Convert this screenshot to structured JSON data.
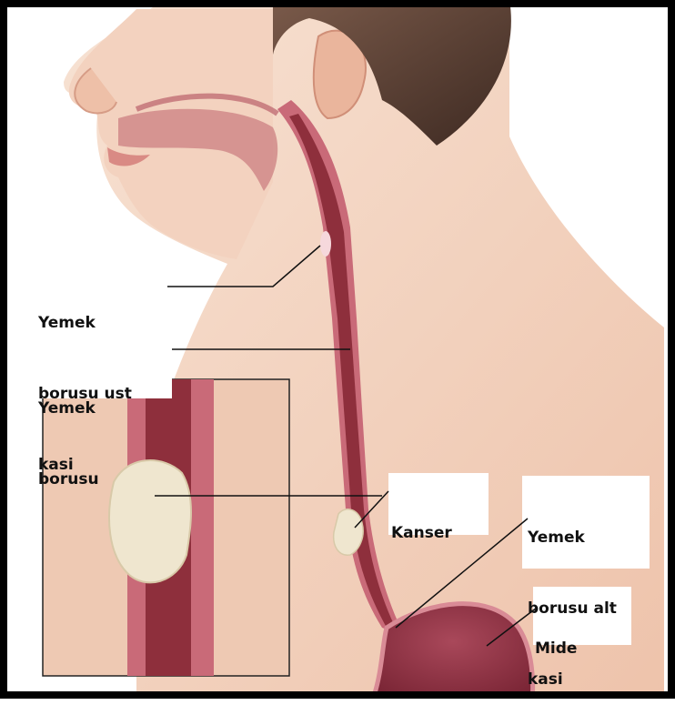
{
  "diagram": {
    "labels": {
      "upper_sphincter": {
        "line1": "Yemek",
        "line2": "borusu ust",
        "line3": "kasi"
      },
      "esophagus": {
        "line1": "Yemek",
        "line2": "borusu"
      },
      "cancer": {
        "text": "Kanser"
      },
      "lower_sphincter": {
        "line1": "Yemek",
        "line2": "borusu alt",
        "line3": "kasi"
      },
      "stomach": {
        "text": "Mide"
      }
    },
    "colors": {
      "frame": "#000000",
      "skin": "#f2d3bf",
      "skin_shadow": "#e3b49b",
      "esophagus_wall": "#c96a78",
      "esophagus_lumen": "#8e2f3c",
      "hair": "#5a4034",
      "tumor": "#efe6cf",
      "leader_line": "#111111"
    }
  }
}
